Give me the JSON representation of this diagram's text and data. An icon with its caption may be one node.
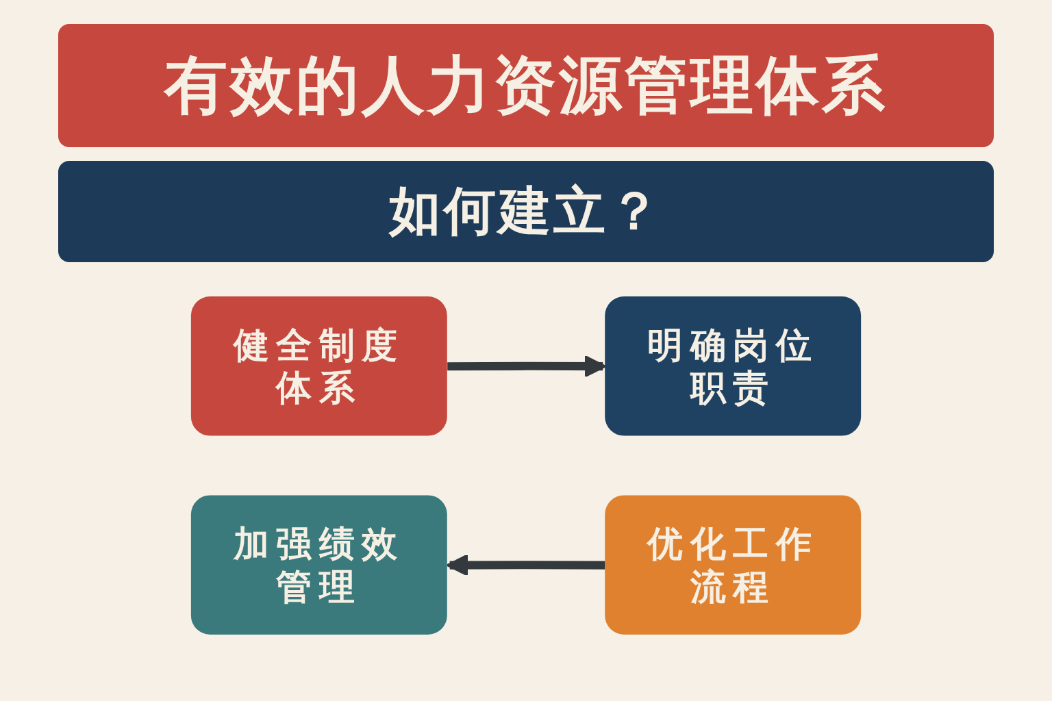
{
  "diagram": {
    "title": "有效的人力资源管理体系",
    "nodes": [
      {
        "text": [
          "健全制度体系"
        ]
      },
      {
        "text": [
          "明确岗位职责"
        ]
      },
      {
        "text": [
          "加强绩效管理"
        ]
      },
      {
        "text": [
          "优化工作流程"
        ]
      }
    ],
    "edges": [
      {
        "from": 0,
        "to": 1,
        "arrow": "to"
      },
      {
        "from": 3,
        "to": 2,
        "arrow": "to"
      }
    ],
    "labels": [
      "如何建立？"
    ]
  }
}
